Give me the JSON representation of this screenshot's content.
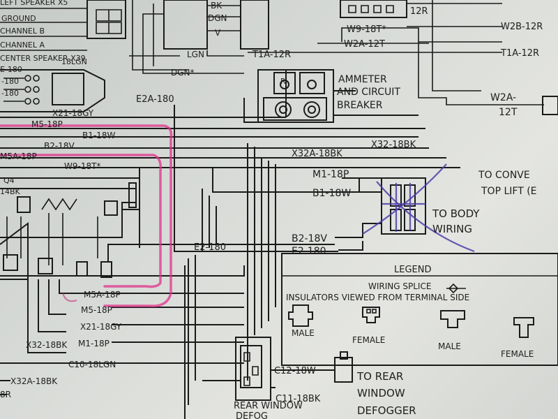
{
  "labels": {
    "left_speaker": "LEFT SPEAKER X5",
    "ground": "GROUND",
    "channel_b": "CHANNEL B",
    "channel_a": "CHANNEL A",
    "center_speaker": "CENTER SPEAKER X39",
    "e180_top": "E-180",
    "lgn18": "18LGN",
    "bk": "BK",
    "dgn": "DGN",
    "v": "V",
    "lgn": "LGN",
    "dgn_star": "DGN*",
    "t1a_12r": "T1A-12R",
    "t1a_12r_right": "T1A-12R",
    "w9_18t": "W9-18T*",
    "w2a_12t": "W2A-12T",
    "w2b_12r": "W2B-12R",
    "r12": "12R",
    "ammeter": "AMMETER",
    "and_circuit": "AND CIRCUIT",
    "breaker": "BREAKER",
    "cb_r": "R",
    "w2a_right": "W2A-",
    "t12_right": "12T",
    "e2a_180": "E2A-180",
    "x21_18gy": "X21-18GY",
    "m5_18p": "M5-18P",
    "b1_18w": "B1-18W",
    "b2_18v": "B2-18V",
    "m5a_18p": "M5A-18P",
    "w9_18t_left": "W9-18T*",
    "x32a_18bk": "X32A-18BK",
    "x32_18bk": "X32-18BK",
    "q4": "Q4",
    "bk14": "14BK",
    "e180_a": "-180",
    "e180_b": "-180",
    "m1_18p": "M1-18P",
    "b1_18w_r": "B1-18W",
    "b2_18v_r": "B2-18V",
    "e2_180_r": "E2-180",
    "e2_180_mid": "E2-180",
    "to_conv_1": "TO CONVE",
    "to_conv_2": "TOP LIFT (E",
    "to_body_1": "TO BODY",
    "to_body_2": "WIRING",
    "legend_title": "LEGEND",
    "wiring_splice": "WIRING SPLICE",
    "insulators": "INSULATORS VIEWED FROM TERMINAL SIDE",
    "male1": "MALE",
    "female1": "FEMALE",
    "male2": "MALE",
    "female2": "FEMALE",
    "m5a_bottom": "M5A-18P",
    "m5_bottom": "M5-18P",
    "x21_bottom": "X21-18GY",
    "x32_bottom": "X32-18BK",
    "m1_bottom": "M1-18P",
    "c10": "C10-18LGN",
    "x32a_bottom": "X32A-18BK",
    "r8": "8R",
    "c12": "C12-18W",
    "c11": "C11-18BK",
    "rear_window": "REAR WINDOW",
    "defog_cut": "DEFOG",
    "to_rear": "TO REAR",
    "window": "WINDOW",
    "defogger": "DEFOGGER"
  }
}
